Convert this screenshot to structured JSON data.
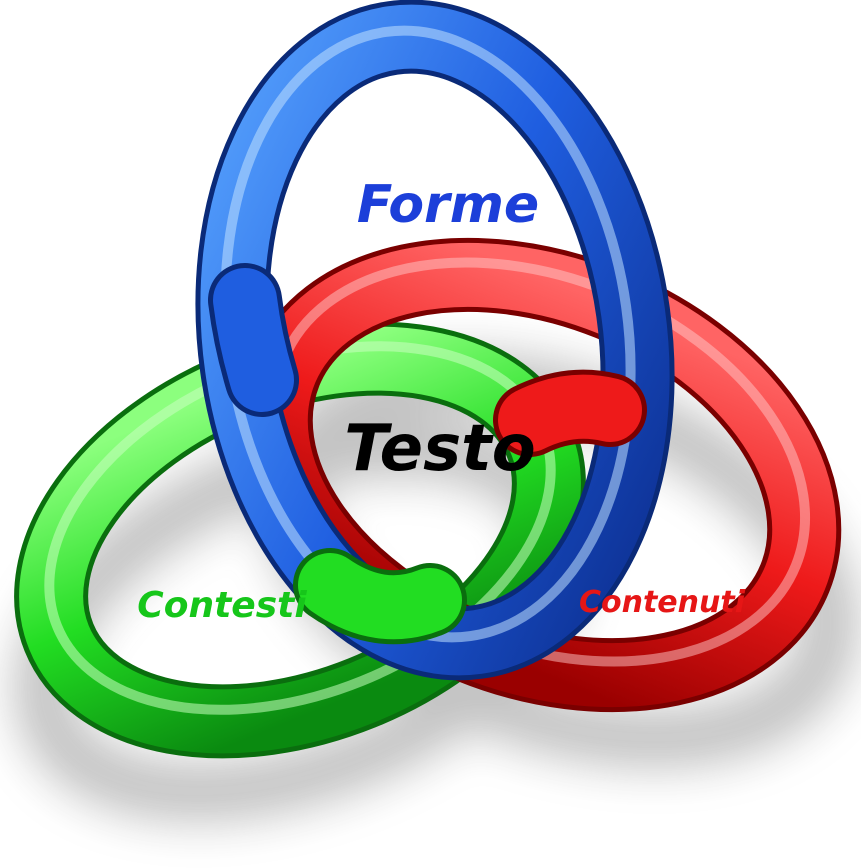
{
  "labels": {
    "top": "Forme",
    "center": "Testo",
    "left": "Contesti",
    "right": "Contenuti"
  },
  "colors": {
    "blue_ring": "#1f5ee0",
    "red_ring": "#ee1a1a",
    "green_ring": "#22dd22",
    "top_label": "#1c3fd9",
    "center_label": "#000000",
    "left_label": "#16c61a",
    "right_label": "#e61616",
    "background": "#ffffff"
  }
}
